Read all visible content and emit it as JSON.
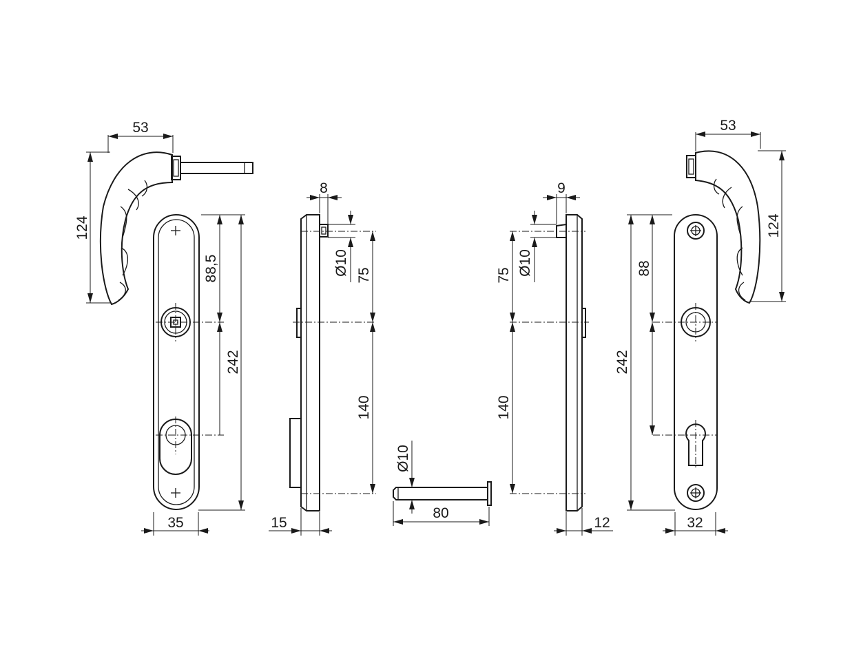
{
  "dimensions": {
    "left_handle_width": "53",
    "left_handle_height": "124",
    "plate_left_width": "35",
    "plate_left_height": "242",
    "plate_left_spindle_offset": "88,5",
    "side_left_top_width": "8",
    "side_left_hole_dia": "Ø10",
    "side_left_upper": "75",
    "side_left_lower": "140",
    "side_left_depth": "15",
    "spindle_dia": "Ø10",
    "spindle_length": "80",
    "side_right_top_width": "9",
    "side_right_hole_dia": "Ø10",
    "side_right_upper": "75",
    "side_right_lower": "140",
    "side_right_depth": "12",
    "plate_right_height": "242",
    "plate_right_spindle_offset": "88",
    "plate_right_width": "32",
    "right_handle_width": "53",
    "right_handle_height": "124"
  }
}
